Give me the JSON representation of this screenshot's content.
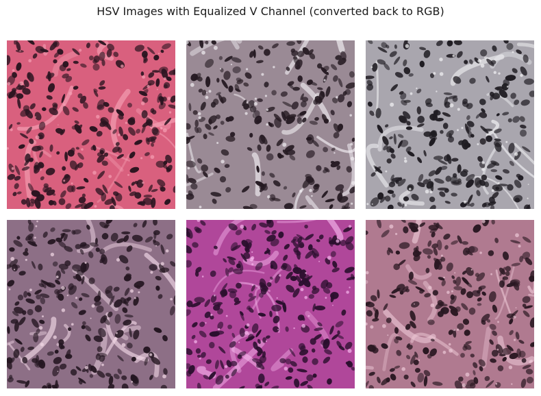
{
  "figure": {
    "title": "HSV Images with Equalized V Channel (converted back to RGB)"
  },
  "panels": [
    {
      "id": "panel-1",
      "stroma": "#d9607e",
      "nuclei": "#2a1420",
      "highlight": "#f5a0b4",
      "density": 1.15
    },
    {
      "id": "panel-2",
      "stroma": "#9a8a95",
      "nuclei": "#251a22",
      "highlight": "#f1eef2",
      "density": 0.95
    },
    {
      "id": "panel-3",
      "stroma": "#a9a6ae",
      "nuclei": "#1f1c22",
      "highlight": "#f3f3f5",
      "density": 1.05
    },
    {
      "id": "panel-4",
      "stroma": "#8d6f86",
      "nuclei": "#241621",
      "highlight": "#f2d8e6",
      "density": 1.0
    },
    {
      "id": "panel-5",
      "stroma": "#b0479a",
      "nuclei": "#2b0f2e",
      "highlight": "#f6b6ec",
      "density": 1.1
    },
    {
      "id": "panel-6",
      "stroma": "#b07a90",
      "nuclei": "#2a1822",
      "highlight": "#ecc7d5",
      "density": 1.0
    }
  ]
}
